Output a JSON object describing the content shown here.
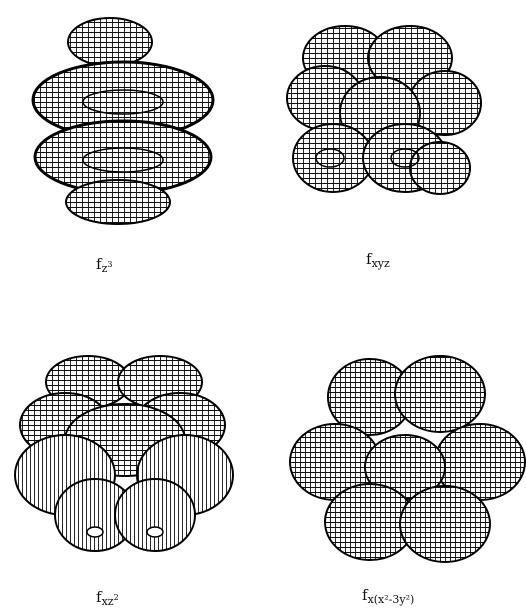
{
  "figure": {
    "orbitals": [
      {
        "id": "fz3",
        "base": "f",
        "sub": "z",
        "sup": "3",
        "caption_text": "fz³"
      },
      {
        "id": "fxyz",
        "base": "f",
        "sub": "xyz",
        "caption_text": "fxyz"
      },
      {
        "id": "fxz2",
        "base": "f",
        "sub": "xz",
        "sup": "2",
        "caption_text": "fxz²"
      },
      {
        "id": "fx(x2-3y2)",
        "base": "f",
        "sub": "x(x²-3y²)",
        "caption_text": "fx(x²-3y²)"
      }
    ]
  }
}
